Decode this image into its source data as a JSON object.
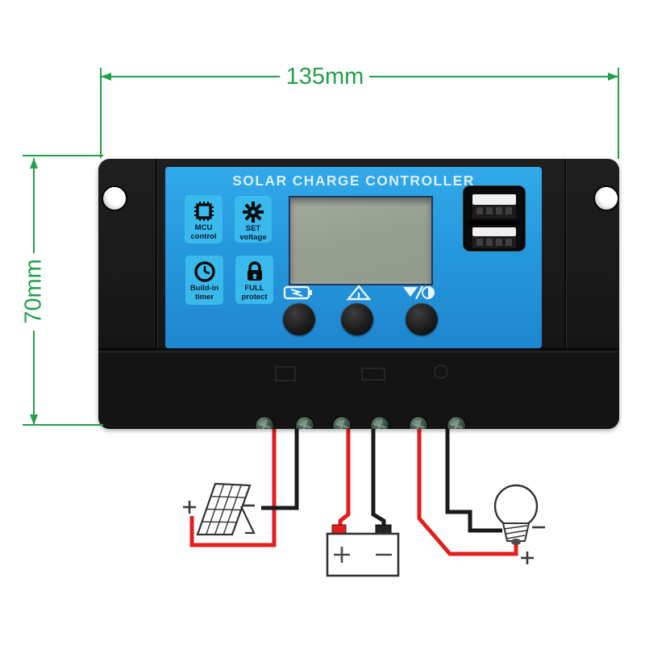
{
  "dimensions": {
    "width_label": "135mm",
    "height_label": "70mm",
    "line_color": "#22a04a"
  },
  "device": {
    "title": "SOLAR CHARGE CONTROLLER",
    "panel_color": "#2598dd",
    "tile_color": "#39b9ec",
    "features": [
      {
        "icon": "mcu-chip-icon",
        "line1": "MCU",
        "line2": "control"
      },
      {
        "icon": "gear-icon",
        "line1": "SET",
        "line2": "voltage"
      },
      {
        "icon": "clock-icon",
        "line1": "Build-in",
        "line2": "timer"
      },
      {
        "icon": "padlock-icon",
        "line1": "FULL",
        "line2": "protect"
      }
    ],
    "button_icons": [
      "battery-charge-icon",
      "up-arrow-icon",
      "down-arrow-light-icon"
    ],
    "usb_ports": 2,
    "terminal_count": 6
  },
  "wiring": {
    "positive_wire_color": "#e31e1e",
    "negative_wire_color": "#1a1a1a",
    "solar_panel": {
      "plus_label": "+",
      "minus_label": "−"
    },
    "battery": {
      "plus_label": "+",
      "minus_label": "−"
    },
    "bulb": {
      "plus_label": "+",
      "minus_label": "−"
    }
  }
}
